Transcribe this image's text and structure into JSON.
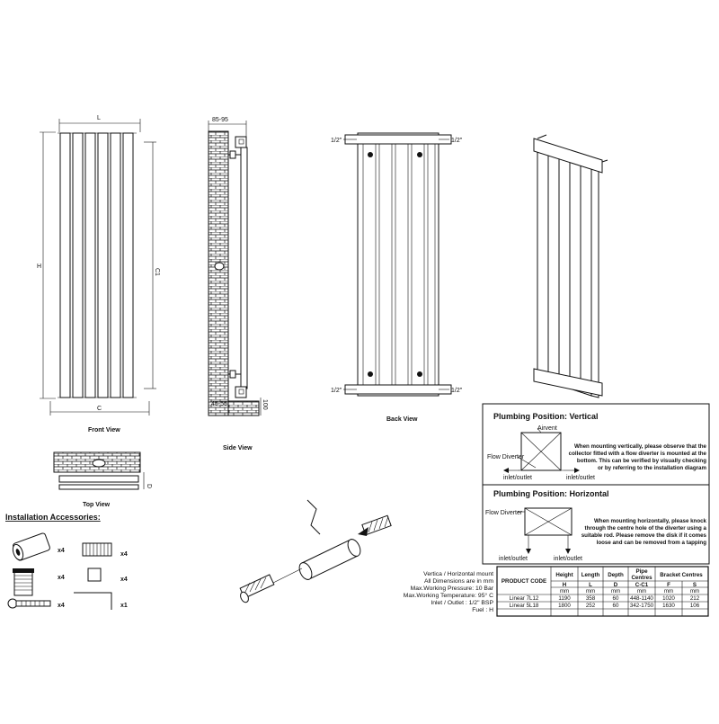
{
  "views": {
    "front": {
      "caption": "Front View",
      "dim_l": "L",
      "dim_h": "H",
      "dim_c": "C",
      "dim_c1": "C1"
    },
    "side": {
      "caption": "Side View",
      "dim_top": "85-95",
      "dim_bottom": "45-55",
      "dim_right": "100"
    },
    "back": {
      "caption": "Back View",
      "tl": "1/2\"",
      "tr": "1/2\"",
      "bl": "1/2\"",
      "br": "1/2\""
    },
    "top": {
      "caption": "Top View",
      "dim_d": "D"
    }
  },
  "accessories": {
    "title": "Installation Accessories:",
    "qty": [
      "x4",
      "x4",
      "x4",
      "x4",
      "x4",
      "x1"
    ]
  },
  "plumbing_vertical": {
    "title": "Plumbing Position: Vertical",
    "airvent": "Airvent",
    "flow_diverter": "Flow Diverter",
    "inlet_left": "inlet/outlet",
    "inlet_right": "inlet/outlet",
    "note": [
      "When mounting vertically, please observe that the",
      "collector fitted with a flow diverter is mounted at the",
      "bottom. This can be verified by visually checking",
      "or by referring to the installation diagram"
    ]
  },
  "plumbing_horizontal": {
    "title": "Plumbing Position: Horizontal",
    "flow_diverter": "Flow Diverter",
    "inlet_left": "inlet/outlet",
    "inlet_right": "inlet/outlet",
    "note": [
      "When mounting horizontally, please knock",
      "through the centre hole of the diverter using a",
      "suitable rod. Please remove the disk if it comes",
      "loose and can be removed from a tapping"
    ]
  },
  "specs": [
    "Vertica / Horizontal mount",
    "All Dimensions are in mm",
    "Max.Working Pressure: 10 Bar",
    "Max.Working Temperature: 95° C",
    "Inlet / Outlet : 1/2\" BSP",
    "Fuel : H"
  ],
  "table": {
    "h_product": "PRODUCT CODE",
    "h_height": "Height",
    "h_length": "Length",
    "h_depth": "Depth",
    "h_pipe": [
      "Pipe",
      "Centres"
    ],
    "h_bracket": "Bracket Centres",
    "sub": [
      "H",
      "L",
      "D",
      "C-C1",
      "F",
      "S"
    ],
    "units": [
      "mm",
      "mm",
      "mm",
      "mm",
      "mm",
      "mm"
    ],
    "rows": [
      [
        "Linear 7L12",
        "1190",
        "358",
        "60",
        "448-1140",
        "1020",
        "212"
      ],
      [
        "Linear 5L18",
        "1800",
        "252",
        "60",
        "342-1750",
        "1630",
        "106"
      ]
    ]
  }
}
